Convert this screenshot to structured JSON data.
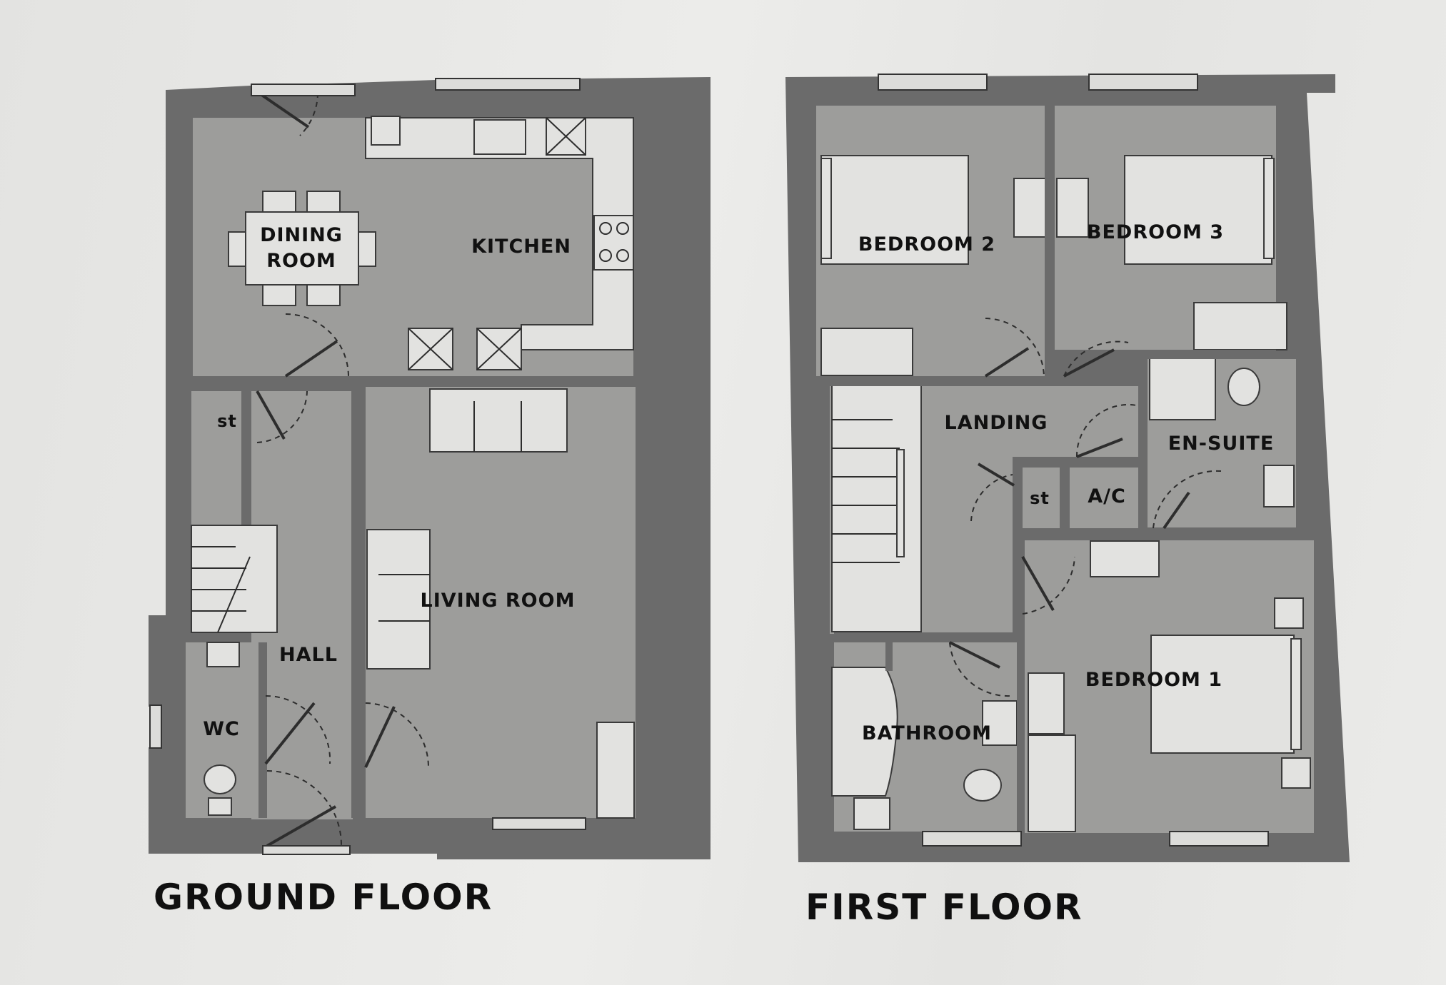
{
  "labels": {
    "dining_room_line1": "DINING",
    "dining_room_line2": "ROOM",
    "kitchen": "KITCHEN",
    "store_ground": "st",
    "hall": "HALL",
    "wc": "WC",
    "living_room": "LIVING ROOM",
    "bedroom_2": "BEDROOM 2",
    "bedroom_3": "BEDROOM 3",
    "landing": "LANDING",
    "en_suite": "EN-SUITE",
    "store_first": "st",
    "airing_cupboard": "A/C",
    "bedroom_1": "BEDROOM 1",
    "bathroom": "BATHROOM"
  },
  "titles": {
    "ground_floor": "GROUND FLOOR",
    "first_floor": "FIRST FLOOR"
  },
  "colors": {
    "walls": "#6b6b6b",
    "floor": "#9d9d9b",
    "paper": "#e9e9e7"
  }
}
